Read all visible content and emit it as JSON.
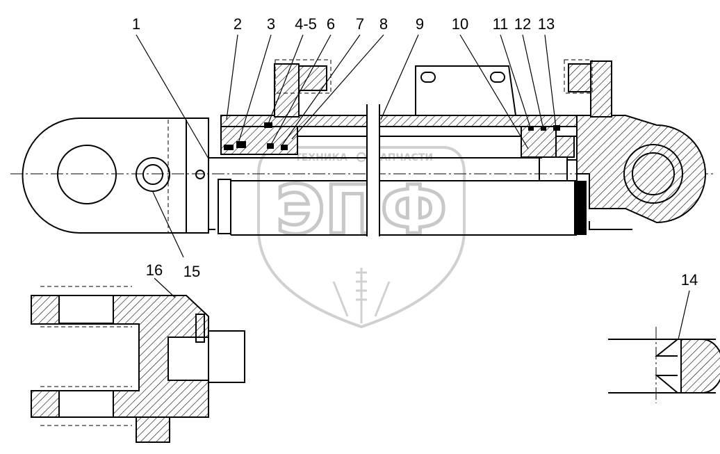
{
  "callouts": {
    "c1": "1",
    "c2": "2",
    "c3": "3",
    "c45": "4-5",
    "c6": "6",
    "c7": "7",
    "c8": "8",
    "c9": "9",
    "c10": "10",
    "c11": "11",
    "c12": "12",
    "c13": "13",
    "c14": "14",
    "c15": "15",
    "c16": "16"
  },
  "watermark": {
    "left_text": "ТЕХНИКА",
    "right_text": "ЗАПЧАСТИ",
    "logo_text": "ЭПФ"
  },
  "colors": {
    "line": "#000000",
    "watermark": "#c8c8c8",
    "background": "#ffffff"
  }
}
